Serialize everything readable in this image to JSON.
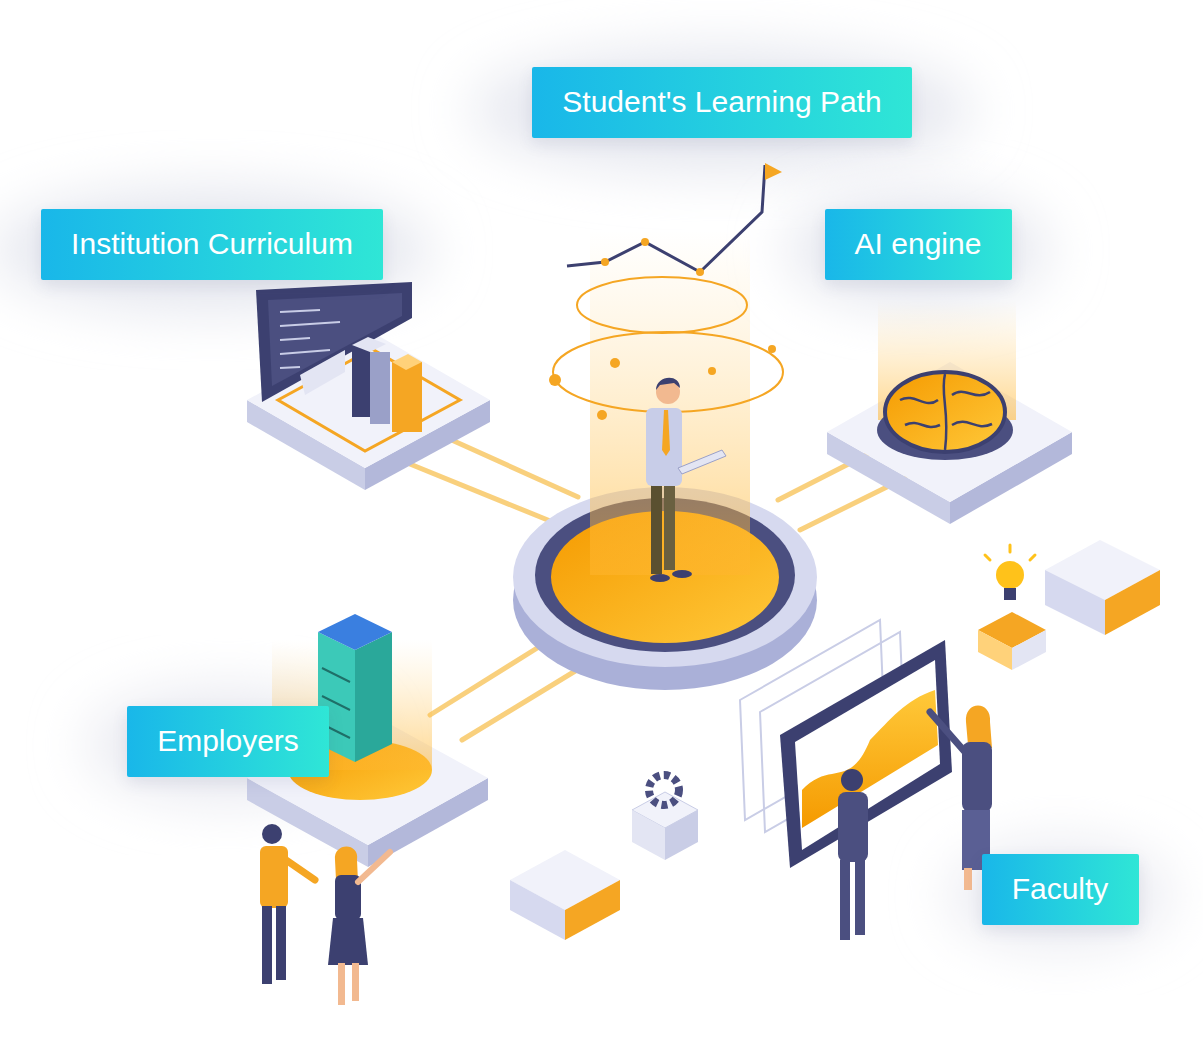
{
  "diagram": {
    "nodes": [
      {
        "text": [
          "Student's Learning Path"
        ]
      },
      {
        "text": [
          "Institution Curriculum"
        ]
      },
      {
        "text": [
          "AI engine"
        ]
      },
      {
        "text": [
          "Employers"
        ]
      },
      {
        "text": [
          "Faculty"
        ]
      }
    ]
  }
}
